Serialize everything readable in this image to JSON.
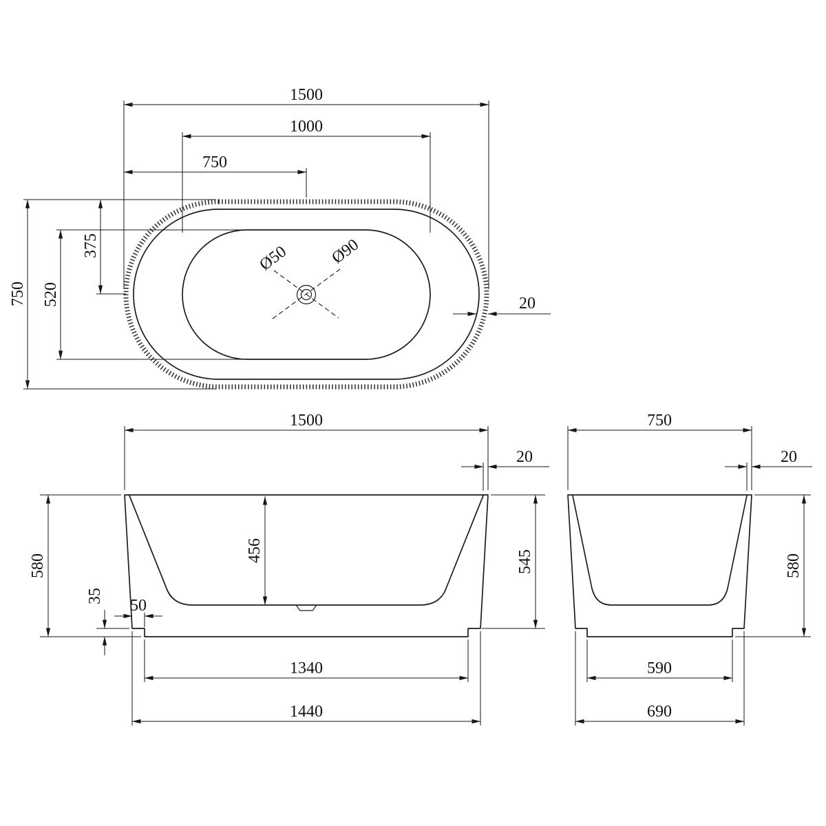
{
  "views": {
    "top": {
      "dims": {
        "overall_length": "1500",
        "inner_length": "1000",
        "half_length": "750",
        "overall_width": "750",
        "inner_width": "520",
        "half_width": "375",
        "wall_thickness": "20",
        "drain_dia_small": "Ø50",
        "drain_dia_large": "Ø90"
      }
    },
    "front": {
      "dims": {
        "overall_length": "1500",
        "wall_thickness": "20",
        "overall_height": "580",
        "inner_depth": "456",
        "body_height": "545",
        "foot_recess_height": "35",
        "foot_inset": "50",
        "base_inner_length": "1340",
        "base_outer_length": "1440"
      }
    },
    "side": {
      "dims": {
        "overall_width": "750",
        "wall_thickness": "20",
        "overall_height": "580",
        "base_inner_width": "590",
        "base_outer_width": "690"
      }
    }
  }
}
